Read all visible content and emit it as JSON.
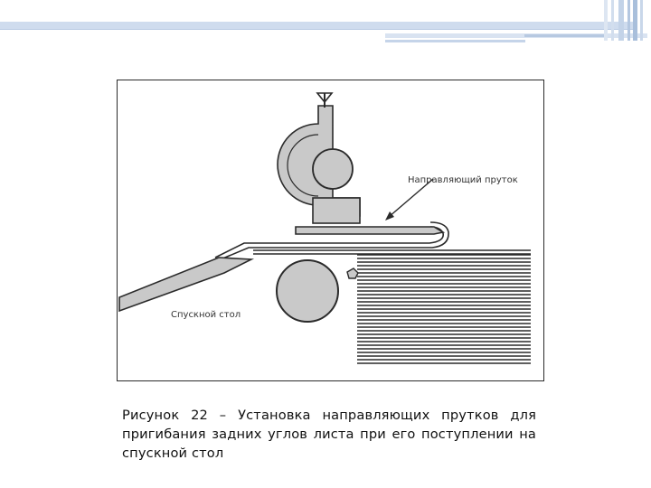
{
  "figure": {
    "labels": {
      "guide_rod": "Направляющий пруток",
      "delivery_table": "Спускной стол"
    }
  },
  "caption": "Рисунок 22 – Установка направляющих прутков для пригибания задних углов листа при его поступлении на спускной стол",
  "colors": {
    "accent_bar": "#cfdcee",
    "accent_line": "#9db6d6",
    "drawing_fill": "#c9c9c9",
    "drawing_stroke": "#2a2a2a"
  }
}
